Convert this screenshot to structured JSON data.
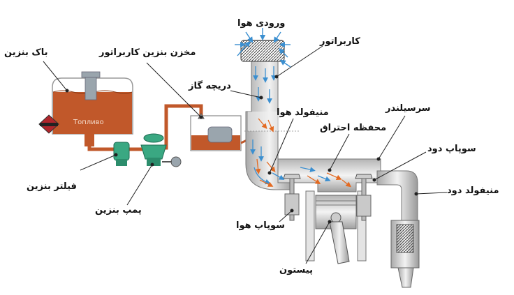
{
  "labels": {
    "fuel_tank": "باک بنزین",
    "carb_reservoir": "مخزن بنزین کاربراتور",
    "air_intake": "ورودی هوا",
    "carburetor": "کاربراتور",
    "throttle": "دریچه گاز",
    "intake_manifold": "منیفولد هوا",
    "cylinder_head": "سرسیلندر",
    "combustion_chamber": "محفظه احتراق",
    "exhaust_valve": "سوپاپ دود",
    "exhaust_manifold": "منیفولد دود",
    "fuel_filter": "فیلتر بنزین",
    "fuel_pump": "پمپ بنزین",
    "intake_valve": "سوپاپ هوا",
    "piston": "پیستون"
  },
  "tank_text": "Топливо",
  "colors": {
    "fuel": "#c1582a",
    "pipe": "#d8d8d8",
    "pump": "#3aa882",
    "arrow_blue": "#3b8fd0",
    "arrow_orange": "#e36a22",
    "label": "#111111"
  }
}
